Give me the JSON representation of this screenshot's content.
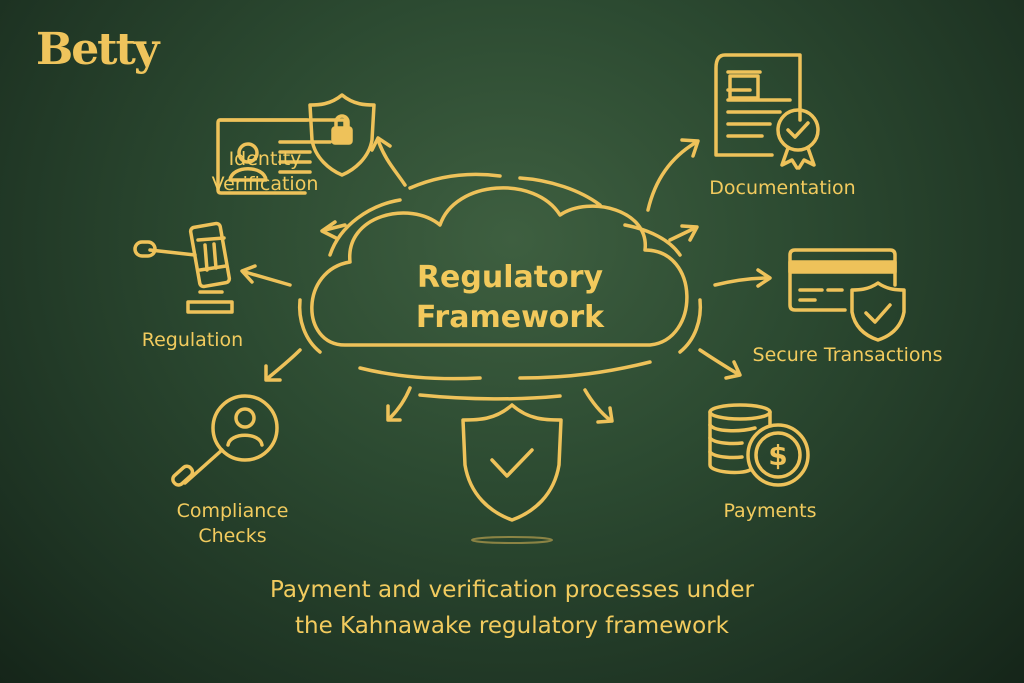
{
  "logo": "Betty",
  "center": {
    "line1": "Regulatory",
    "line2": "Framework"
  },
  "nodes": {
    "identity": {
      "line1": "Identity",
      "line2": "Verification",
      "icon": "id-card-shield-lock-icon"
    },
    "documentation": {
      "label": "Documentation",
      "icon": "document-certificate-icon"
    },
    "regulation": {
      "label": "Regulation",
      "icon": "gavel-icon"
    },
    "secure": {
      "label": "Secure Transactions",
      "icon": "credit-card-shield-icon"
    },
    "compliance": {
      "line1": "Compliance",
      "line2": "Checks",
      "icon": "magnifier-person-icon"
    },
    "payments": {
      "label": "Payments",
      "icon": "coins-dollar-icon"
    },
    "shield": {
      "icon": "shield-check-icon"
    }
  },
  "caption": {
    "line1": "Payment and verification processes under",
    "line2": "the Kahnawake regulatory framework"
  },
  "colors": {
    "gold": "#eec25a",
    "background": "#2c4a31"
  }
}
